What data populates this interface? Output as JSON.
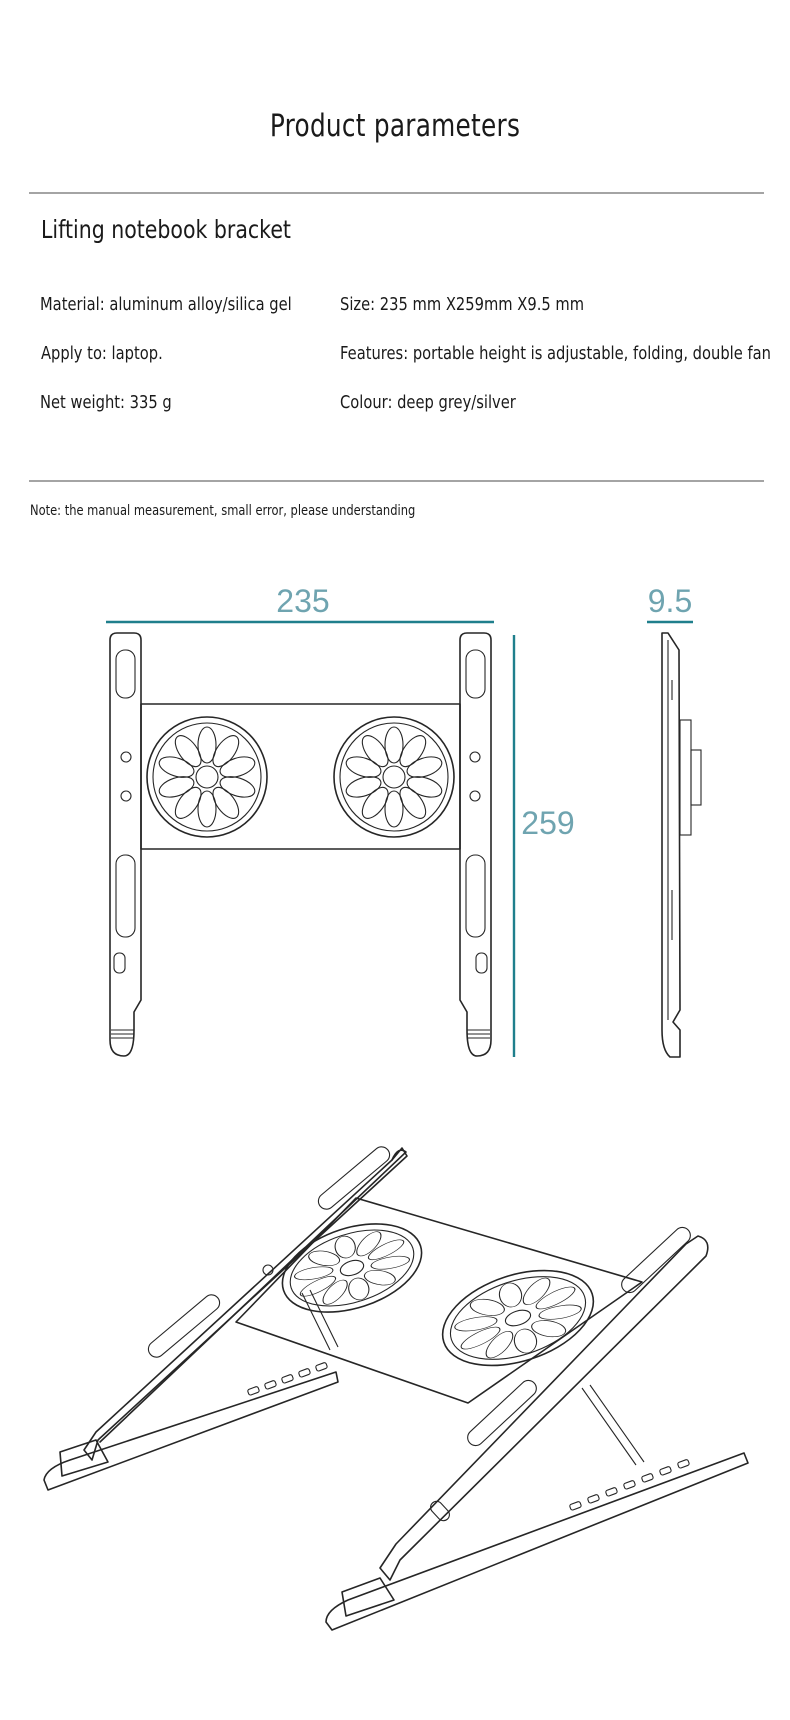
{
  "header": {
    "title": "Product parameters"
  },
  "product": {
    "name": "Lifting notebook bracket"
  },
  "params": {
    "material": "Material: aluminum alloy/silica gel",
    "size": "Size: 235 mm X259mm X9.5 mm",
    "apply": "Apply to: laptop.",
    "features": "Features: portable height is adjustable, folding, double fan",
    "weight": "Net weight: 335 g",
    "colour": "Colour: deep grey/silver"
  },
  "note": "Note: the manual measurement, small error, please understanding",
  "dimensions": {
    "width": "235",
    "depth": "9.5",
    "length": "259"
  },
  "colors": {
    "dimension_line": "#1f7f8c",
    "dimension_text": "#6fa4b0",
    "divider": "#a4a4a4"
  }
}
